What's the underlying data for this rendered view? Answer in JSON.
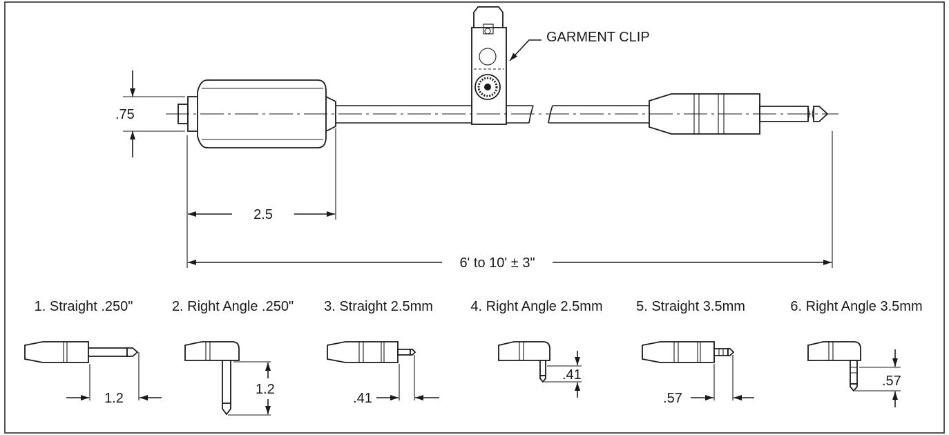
{
  "callouts": {
    "garment_clip": "GARMENT CLIP"
  },
  "dimensions": {
    "height": ".75",
    "housing_length": "2.5",
    "cable_length": "6' to 10' ± 3\""
  },
  "connectors": [
    {
      "caption": "1. Straight .250\"",
      "dimension": "1.2"
    },
    {
      "caption": "2. Right Angle .250\"",
      "dimension": "1.2"
    },
    {
      "caption": "3. Straight 2.5mm",
      "dimension": ".41"
    },
    {
      "caption": "4. Right Angle 2.5mm",
      "dimension": ".41"
    },
    {
      "caption": "5. Straight 3.5mm",
      "dimension": ".57"
    },
    {
      "caption": "6. Right Angle 3.5mm",
      "dimension": ".57"
    }
  ]
}
